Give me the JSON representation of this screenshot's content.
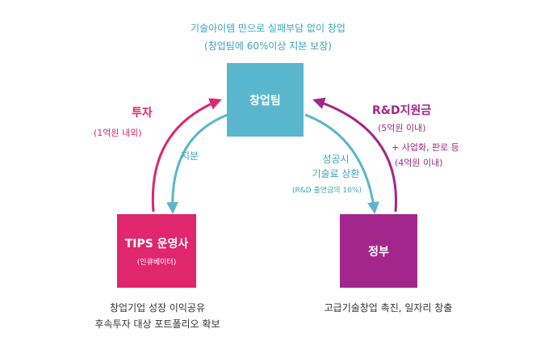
{
  "header": {
    "line1": "기술아이템 만으로 실패부담 없이 창업",
    "line2": "(창업팀에 60%이상 지분 보장)"
  },
  "nodes": {
    "startup": {
      "label": "창업팀",
      "color": "#5ab6cc"
    },
    "tips": {
      "label": "TIPS 운영사",
      "sub": "(인큐베이터)",
      "color": "#e0266d"
    },
    "gov": {
      "label": "정부",
      "color": "#a2278c"
    }
  },
  "edges": {
    "investment": {
      "title": "투자",
      "sub": "(1억원 내외)"
    },
    "equity": {
      "label": "지분"
    },
    "rnd": {
      "title": "R&D지원금",
      "sub": "(5억원 이내)"
    },
    "commercial": {
      "line1": "+ 사업화, 판로 등",
      "line2": "(4억원 이내)"
    },
    "repay": {
      "line1": "성공시",
      "line2": "기술료 상환",
      "line3": "(R&D 출연금의 10%)"
    }
  },
  "footer": {
    "tips_line1": "창업기업 성장 이익공유",
    "tips_line2": "후속투자 대상 포트폴리오 확보",
    "gov_line1": "고급기술창업 촉진, 일자리 창출"
  },
  "colors": {
    "teal": "#5ab6cc",
    "teal_text": "#3aa6bd",
    "pink": "#e0266d",
    "purple": "#a2278c"
  }
}
